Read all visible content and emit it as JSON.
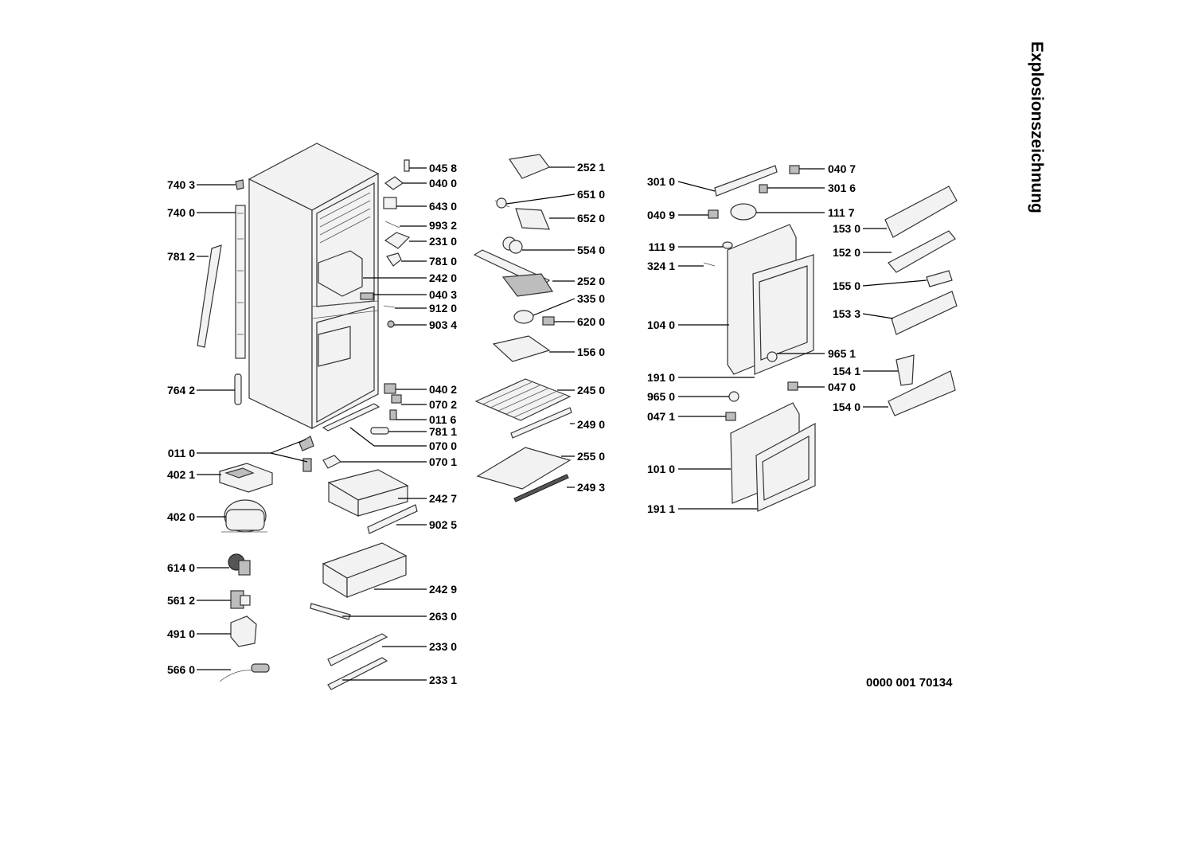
{
  "title": "Explosionszeichnung",
  "document_number": "0000 001 70134",
  "callouts": {
    "left": [
      "740 3",
      "740 0",
      "781 2",
      "764 2",
      "011 0",
      "402 1",
      "402 0",
      "614 0",
      "561 2",
      "491 0",
      "566 0"
    ],
    "center": [
      "045 8",
      "040 0",
      "643 0",
      "993 2",
      "231 0",
      "781 0",
      "242 0",
      "040 3",
      "912 0",
      "903 4",
      "040 2",
      "070 2",
      "011 6",
      "781 1",
      "070 0",
      "070 1",
      "242 7",
      "902 5",
      "242 9",
      "263 0",
      "233 0",
      "233 1"
    ],
    "middle": [
      "252 1",
      "651 0",
      "652 0",
      "554 0",
      "252 0",
      "335 0",
      "620 0",
      "156 0",
      "245 0",
      "249 0",
      "255 0",
      "249 3"
    ],
    "door": [
      "301 0",
      "040 9",
      "111 9",
      "324 1",
      "104 0",
      "191 0",
      "965 0",
      "047 1",
      "101 0",
      "191 1",
      "040 7",
      "301 6",
      "111 7",
      "965 1",
      "047 0"
    ],
    "right": [
      "153 0",
      "152 0",
      "155 0",
      "153 3",
      "154 1",
      "154 0"
    ]
  }
}
